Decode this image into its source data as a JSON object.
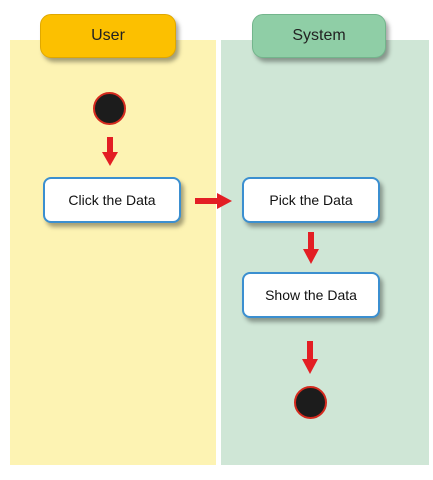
{
  "lanes": {
    "user": {
      "label": "User"
    },
    "system": {
      "label": "System"
    }
  },
  "nodes": {
    "click": "Click the Data",
    "pick": "Pick the Data",
    "show": "Show the Data"
  },
  "colors": {
    "user_lane": "#fdf3b3",
    "system_lane": "#cfe6d6",
    "user_header": "#fcc000",
    "system_header": "#8fcea6",
    "node_border": "#3b8fd0",
    "arrow": "#e31e24",
    "terminal_fill": "#1c1c1c",
    "terminal_border": "#d42a1e"
  }
}
